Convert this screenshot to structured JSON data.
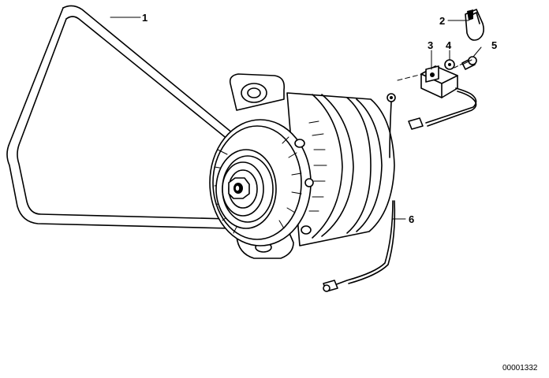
{
  "diagram": {
    "callouts": [
      {
        "id": "1",
        "label": "1"
      },
      {
        "id": "2",
        "label": "2"
      },
      {
        "id": "3",
        "label": "3"
      },
      {
        "id": "4",
        "label": "4"
      },
      {
        "id": "5",
        "label": "5"
      },
      {
        "id": "6",
        "label": "6"
      }
    ],
    "document_number": "00001332"
  }
}
